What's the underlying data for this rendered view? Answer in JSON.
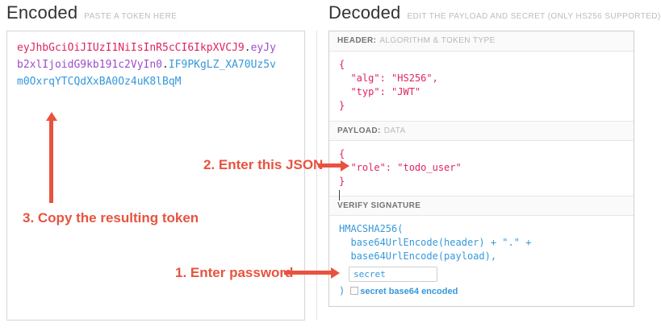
{
  "colors": {
    "token_header": "#e0245e",
    "token_payload": "#9b4dca",
    "token_signature": "#3598db",
    "decoded_json_text": "#e0245e",
    "signature_text": "#3598db",
    "annotation": "#e8533f"
  },
  "encoded": {
    "title": "Encoded",
    "subtitle": "PASTE A TOKEN HERE",
    "token": {
      "header_segment": "eyJhbGciOiJIUzI1NiIsInR5cCI6IkpXVCJ9",
      "separator": ".",
      "payload_segment": "eyJyb2xlIjoidG9kb191c2VyIn0",
      "signature_segment": "IF9PKgLZ_XA70Uz5vm0OxrqYTCQdXxBA0Oz4uK8lBqM"
    }
  },
  "decoded": {
    "title": "Decoded",
    "subtitle": "EDIT THE PAYLOAD AND SECRET (ONLY HS256 SUPPORTED)",
    "header_section": {
      "label": "HEADER:",
      "label_detail": "ALGORITHM & TOKEN TYPE",
      "lines": [
        "{",
        "  \"alg\": \"HS256\",",
        "  \"typ\": \"JWT\"",
        "}"
      ]
    },
    "payload_section": {
      "label": "PAYLOAD:",
      "label_detail": "DATA",
      "lines": [
        "{",
        "  \"role\": \"todo_user\"",
        "}"
      ]
    },
    "signature_section": {
      "label": "VERIFY SIGNATURE",
      "lines": [
        "HMACSHA256(",
        "  base64UrlEncode(header) + \".\" +",
        "  base64UrlEncode(payload),"
      ],
      "secret_value": "secret",
      "closing": ")",
      "checkbox_label": "secret base64 encoded"
    }
  },
  "annotations": {
    "step1_label": "1. Enter password",
    "step2_label": "2. Enter this JSON",
    "step3_label": "3. Copy the resulting token"
  }
}
